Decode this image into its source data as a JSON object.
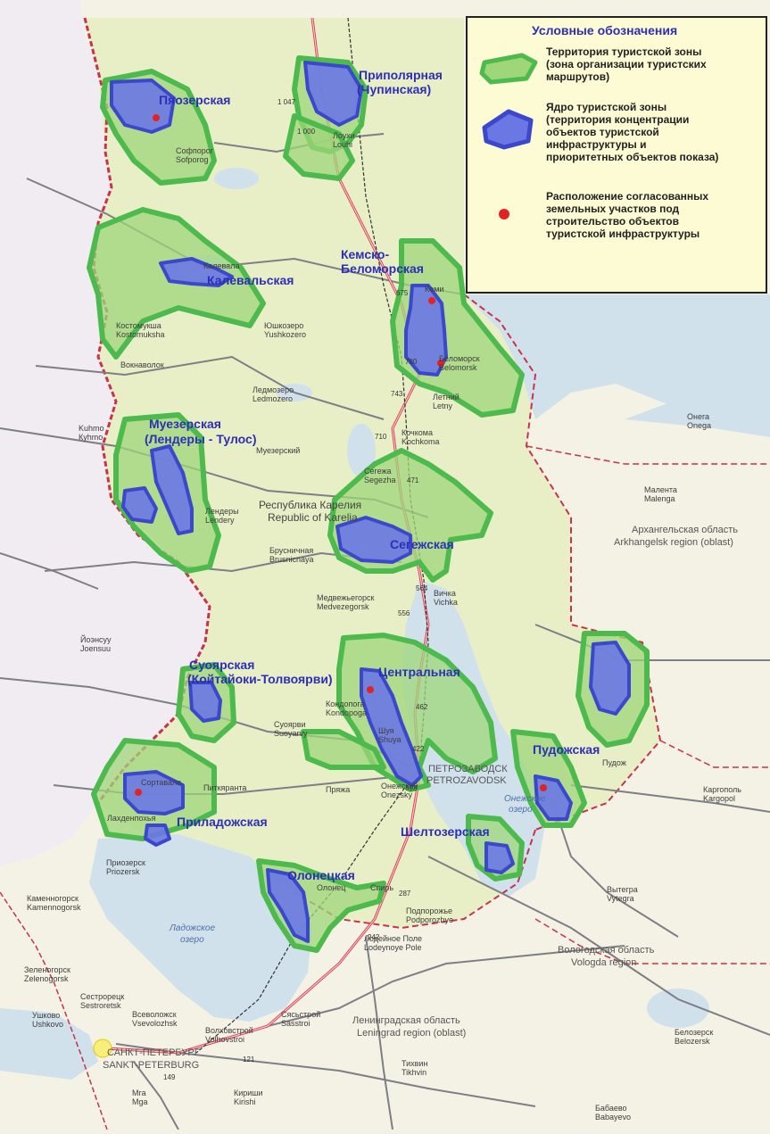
{
  "legend": {
    "title": "Условные обозначения",
    "items": [
      {
        "lines": [
          "Территория туристской зоны",
          "(зона организации туристских",
          "маршрутов)"
        ]
      },
      {
        "lines": [
          "Ядро туристской зоны",
          "(территория концентрации",
          "объектов туристской",
          "инфраструктуры и",
          "приоритетных объектов показа)"
        ]
      },
      {
        "lines": [
          "Расположение согласованных",
          "земельных участков под",
          "строительство объектов",
          "туристской инфраструктуры"
        ]
      }
    ]
  },
  "colors": {
    "zone": "#8fd26a",
    "zone_border": "#47b84a",
    "core": "#6a76e0",
    "core_border": "#3a46c8",
    "plot": "#e32222",
    "water": "#cfe0ec",
    "land": "#f3f1e6",
    "karelia": "#e9efc8",
    "finland": "#f2eef2",
    "border": "#c8334b"
  },
  "zones": {
    "piaozerskaya": "Пяозерская",
    "pripolyarnaya": [
      "Приполярная",
      "(Чупинская)"
    ],
    "kalevalskaya": "Калевальская",
    "kemsko": [
      "Кемско-",
      "Беломорская"
    ],
    "muezerskaya": [
      "Муезерская",
      "(Лендеры - Тулос)"
    ],
    "segezhskaya": "Сегежская",
    "suoyarskaya": [
      "Суоярская",
      "(Койтайоки-Толвоярви)"
    ],
    "centralnaya": "Центральная",
    "pudozhskaya": "Пудожская",
    "priladozhskaya": "Приладожская",
    "sheltozerskaya": "Шелтозерская",
    "oloneckaya": "Олонецкая"
  },
  "regions": {
    "karelia": [
      "Республика Карелия",
      "Republic of Karelia"
    ],
    "arkhangelsk": [
      "Архангельская область",
      "Arkhangelsk region (oblast)"
    ],
    "vologda": [
      "Вологодская область",
      "Vologda region"
    ],
    "leningrad": [
      "Ленинградская область",
      "Leningrad region  (oblast)"
    ],
    "petrozavodsk": [
      "ПЕТРОЗАВОДСК",
      "PETROZAVODSK"
    ],
    "spb": [
      "САНКТ-ПЕТЕРБУРГ",
      "SANKT-PETERBURG"
    ]
  },
  "water": {
    "ladoga": [
      "Ладожское",
      "озеро"
    ],
    "onega_lake": [
      "Онежское",
      "озеро"
    ]
  },
  "cities": [
    {
      "name": "Софпорог",
      "alt": "Sofporog"
    },
    {
      "name": "Лоухи",
      "alt": "Louhi"
    },
    {
      "name": "Калевала",
      "alt": ""
    },
    {
      "name": "Костомукша",
      "alt": "Kostomuksha"
    },
    {
      "name": "Вокнаволок",
      "alt": ""
    },
    {
      "name": "Кеми",
      "alt": ""
    },
    {
      "name": "Беломорск",
      "alt": "Belomorsk"
    },
    {
      "name": "Ледмозеро",
      "alt": "Ledmozero"
    },
    {
      "name": "Юшкозеро",
      "alt": "Yushkozero"
    },
    {
      "name": "Летний",
      "alt": "Letny"
    },
    {
      "name": "Онега",
      "alt": "Onega"
    },
    {
      "name": "Kuhmo",
      "alt": "Куhmo"
    },
    {
      "name": "Кочкома",
      "alt": "Kochkoma"
    },
    {
      "name": "Муезерский",
      "alt": ""
    },
    {
      "name": "Сегежа",
      "alt": "Segezha"
    },
    {
      "name": "Малента",
      "alt": "Malenga"
    },
    {
      "name": "Лендеры",
      "alt": "Lendery"
    },
    {
      "name": "Брусничная",
      "alt": "Brusnicnaya"
    },
    {
      "name": "Медвежьегорск",
      "alt": "Medvezegorsk"
    },
    {
      "name": "Вичка",
      "alt": "Vichka"
    },
    {
      "name": "Йоэнсуу",
      "alt": "Joensuu"
    },
    {
      "name": "Кондопога",
      "alt": "Kondopoga"
    },
    {
      "name": "Суоярви",
      "alt": "Suoyarvy"
    },
    {
      "name": "Шуя",
      "alt": "Shuya"
    },
    {
      "name": "Пудож",
      "alt": ""
    },
    {
      "name": "Сортавала",
      "alt": ""
    },
    {
      "name": "Питкяранта",
      "alt": ""
    },
    {
      "name": "Лахденпохья",
      "alt": ""
    },
    {
      "name": "Пряжа",
      "alt": ""
    },
    {
      "name": "Онежский",
      "alt": "Onezsky"
    },
    {
      "name": "Каргополь",
      "alt": "Kargopol"
    },
    {
      "name": "Приозерск",
      "alt": "Priozersk"
    },
    {
      "name": "Каменногорск",
      "alt": "Kamennogorsk"
    },
    {
      "name": "Олонец",
      "alt": ""
    },
    {
      "name": "Свирь",
      "alt": ""
    },
    {
      "name": "Подпорожье",
      "alt": "Podporozhye"
    },
    {
      "name": "Вытегра",
      "alt": "Vytegra"
    },
    {
      "name": "Лодейное Поле",
      "alt": "Lodeynoye Pole"
    },
    {
      "name": "Зеленогорск",
      "alt": "Zelenogorsk"
    },
    {
      "name": "Сестрорецк",
      "alt": "Sestroretsk"
    },
    {
      "name": "Всеволожск",
      "alt": "Vsevolozhsk"
    },
    {
      "name": "Ушково",
      "alt": "Ushkovo"
    },
    {
      "name": "Сясьстрой",
      "alt": "Sasstroi"
    },
    {
      "name": "Волховстрой",
      "alt": "Volhovstroi"
    },
    {
      "name": "Белозерск",
      "alt": "Belozersk"
    },
    {
      "name": "Тихвин",
      "alt": "Tikhvin"
    },
    {
      "name": "Кириши",
      "alt": "Kirishi"
    },
    {
      "name": "Мга",
      "alt": "Mga"
    },
    {
      "name": "Бабаево",
      "alt": "Babayevo"
    }
  ],
  "road_numbers": [
    "1 047",
    "1 000",
    "675",
    "780",
    "743",
    "710",
    "471",
    "564",
    "556",
    "462",
    "422",
    "393",
    "287",
    "242",
    "121",
    "149"
  ]
}
